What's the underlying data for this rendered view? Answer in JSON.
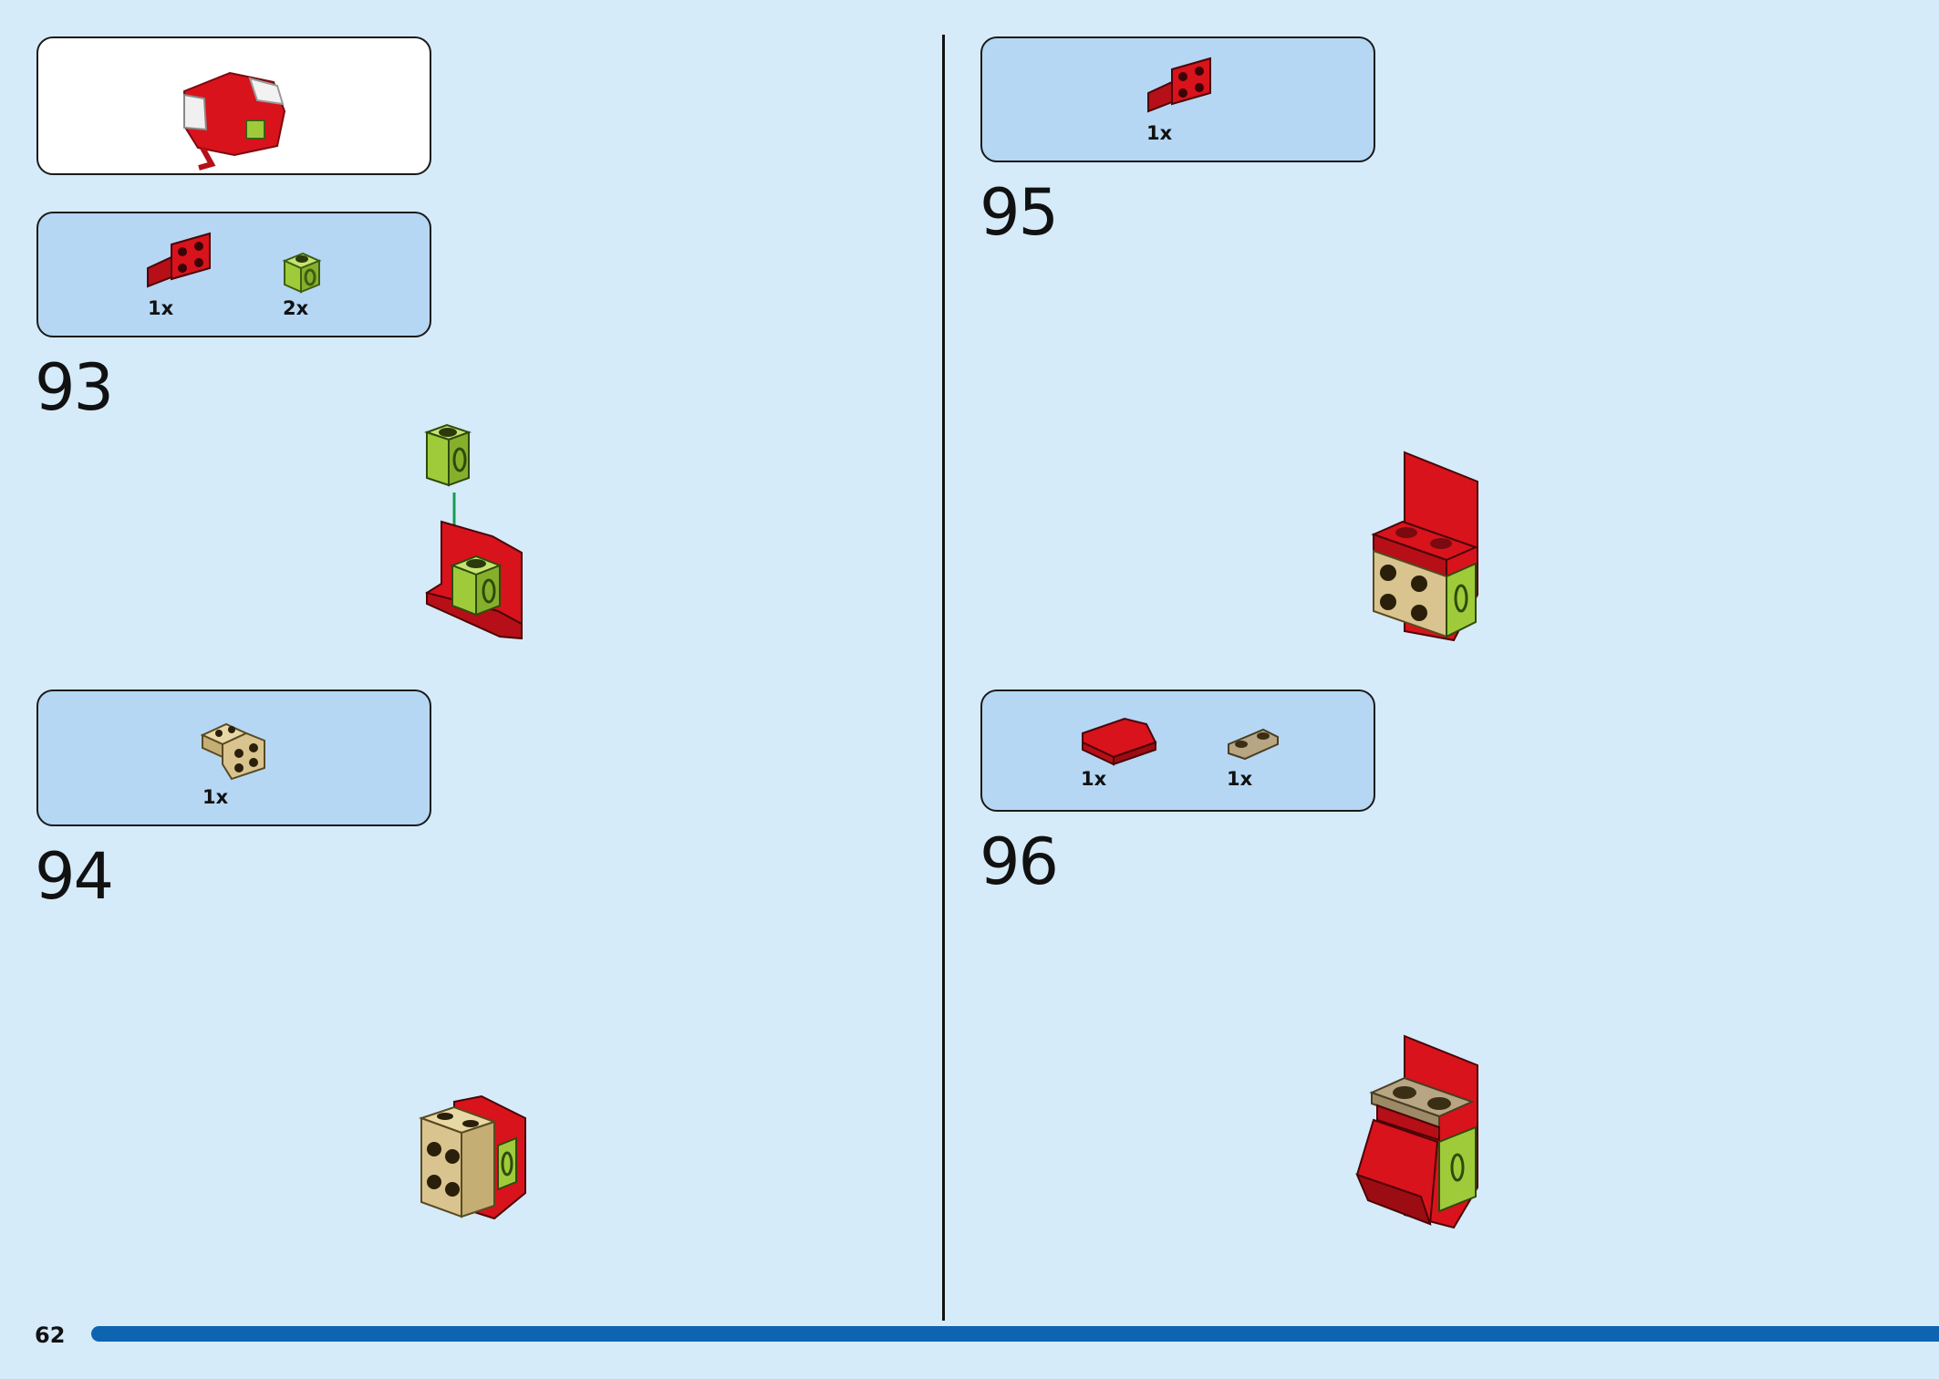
{
  "page": {
    "number": "62"
  },
  "steps": [
    {
      "number": "93",
      "parts": [
        {
          "qty": "1x",
          "part": "red-bracket-icon"
        },
        {
          "qty": "2x",
          "part": "lime-brick-with-hole-icon"
        }
      ]
    },
    {
      "number": "94",
      "parts": [
        {
          "qty": "1x",
          "part": "tan-bracket-icon"
        }
      ]
    },
    {
      "number": "95",
      "parts": [
        {
          "qty": "1x",
          "part": "red-bracket-icon"
        }
      ]
    },
    {
      "number": "96",
      "parts": [
        {
          "qty": "1x",
          "part": "red-slope-icon"
        },
        {
          "qty": "1x",
          "part": "tan-plate-2x1-icon"
        }
      ]
    }
  ],
  "colors": {
    "background": "#d5ebf9",
    "parts_panel": "#b5d7f4",
    "progress_bar": "#0f64b2",
    "red": "#d8131c",
    "lime": "#9fcb3a",
    "tan": "#d9c48f"
  }
}
